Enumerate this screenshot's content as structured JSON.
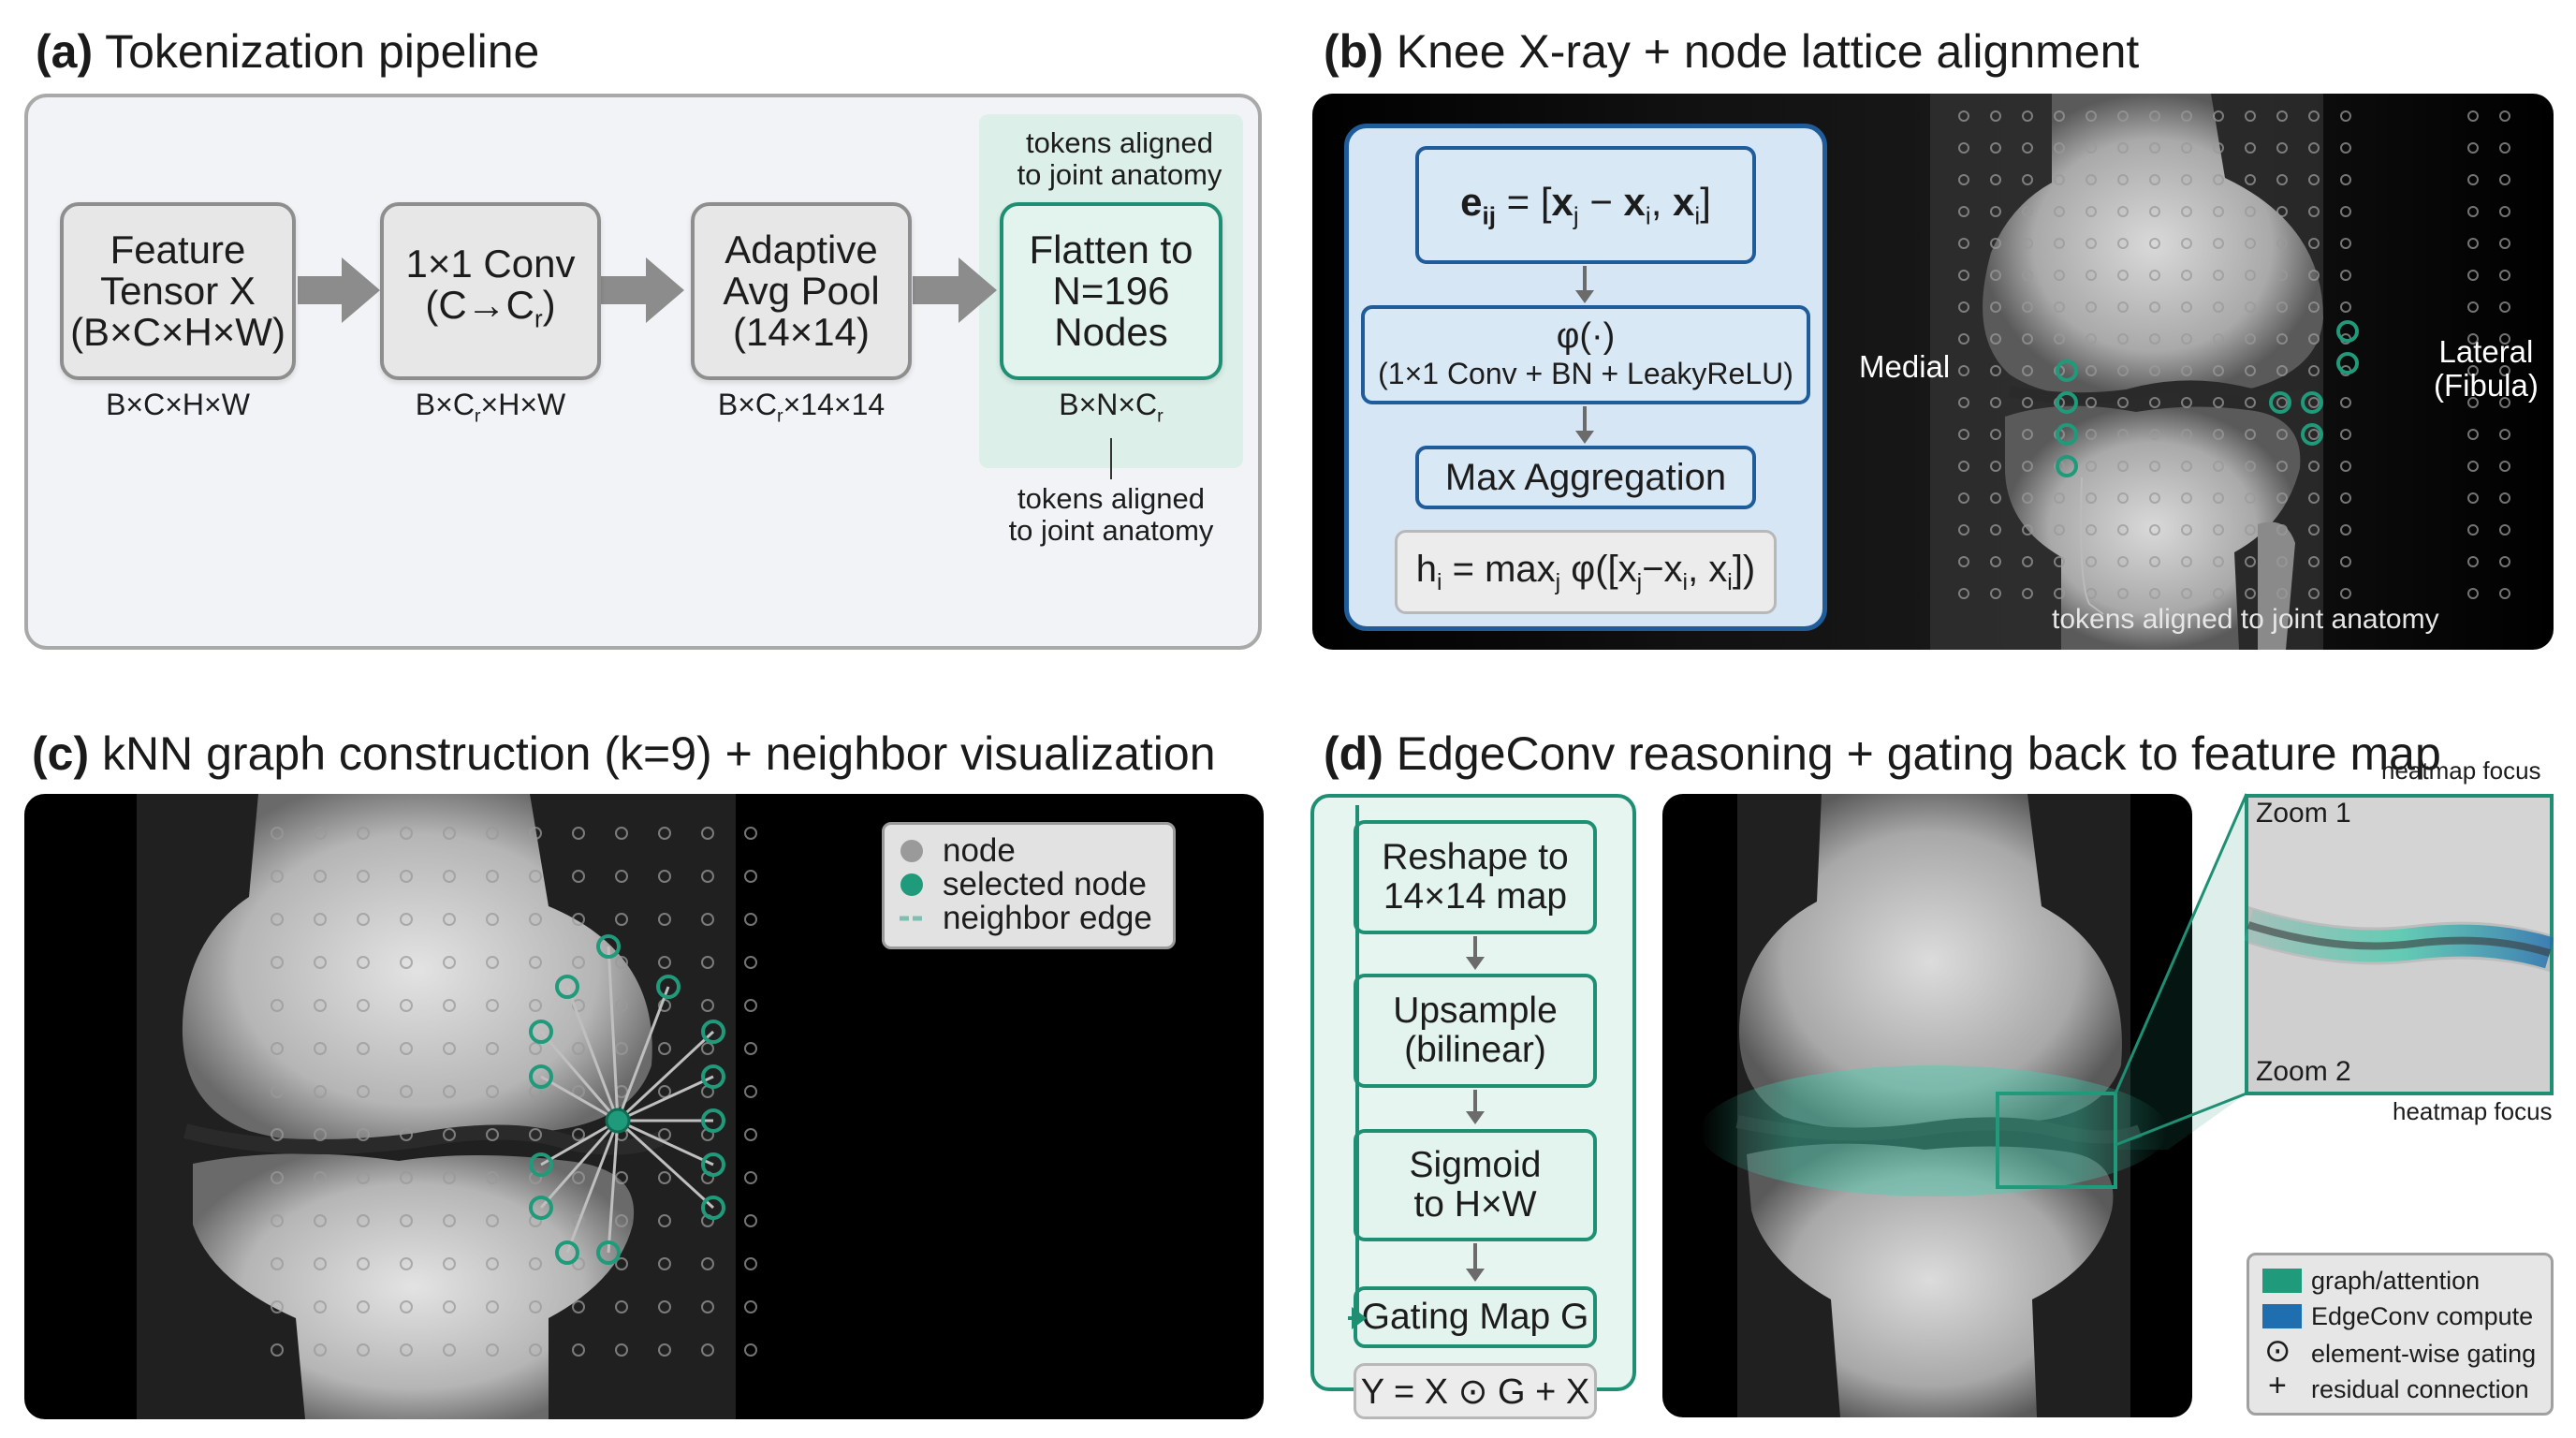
{
  "panels": {
    "a": {
      "letter": "(a)",
      "title": "Tokenization pipeline",
      "boxes": [
        {
          "label": "Feature\nTensor X\n(B×C×H×W)",
          "dim": "B×C×H×W"
        },
        {
          "label_main": "1×1 Conv",
          "label_sub_pre": "(C→C",
          "label_sub_sub": "r",
          "label_sub_post": ")",
          "dim_pre": "B×C",
          "dim_sub": "r",
          "dim_post": "×H×W"
        },
        {
          "label": "Adaptive\nAvg Pool\n(14×14)",
          "dim_pre": "B×C",
          "dim_sub": "r",
          "dim_post": "×14×14"
        },
        {
          "label": "Flatten to\nN=196\nNodes",
          "dim_pre": "B×N×C",
          "dim_sub": "r",
          "dim_post": ""
        }
      ],
      "note_top": "tokens aligned\nto joint anatomy",
      "note_bottom": "tokens aligned\nto joint anatomy"
    },
    "b": {
      "letter": "(b)",
      "title": "Knee X-ray + node lattice alignment",
      "edge_eq": {
        "e": "e",
        "ij": "ij",
        "eq": " = [",
        "xj": "x",
        "j": "j",
        "minus": " − ",
        "xi": "x",
        "i": "i",
        "comma": ", ",
        "xi2": "x",
        "i2": "i",
        "close": "]"
      },
      "phi_line1": "φ(·)",
      "phi_line2": "(1×1 Conv + BN + LeakyReLU)",
      "max_agg": "Max Aggregation",
      "h_eq": {
        "h": "h",
        "i": "i",
        "eq": " = max",
        "j": "j",
        "rest": " φ([x",
        "j2": "j",
        "minus": "−x",
        "i2": "i",
        "comma": ", x",
        "i3": "i",
        "close": "])"
      },
      "medial": "Medial",
      "lateral": "Lateral\n(Fibula)",
      "tokens_note": "tokens aligned to joint anatomy"
    },
    "c": {
      "letter": "(c)",
      "title": "kNN graph construction (k=9) + neighbor visualization",
      "legend": {
        "node": "node",
        "selected": "selected node",
        "edge": "neighbor edge"
      }
    },
    "d": {
      "letter": "(d)",
      "title": "EdgeConv reasoning + gating back to feature map",
      "steps": [
        "Reshape to\n14×14 map",
        "Upsample\n(bilinear)",
        "Sigmoid\nto H×W",
        "Gating Map G"
      ],
      "output_eq": "Y = X ⊙ G + X",
      "heatmap_focus_top": "heatmap focus",
      "heatmap_focus_bottom": "heatmap focus",
      "zoom1": "Zoom 1",
      "zoom2": "Zoom 2",
      "legend": [
        {
          "label": "graph/attention",
          "color": "#1f9a7a"
        },
        {
          "label": "EdgeConv compute",
          "color": "#1f6fb0"
        },
        {
          "symbol": "⊙",
          "label": "element-wise gating"
        },
        {
          "symbol": "+",
          "label": "residual connection"
        }
      ]
    }
  },
  "colors": {
    "teal": "#1f8f74",
    "blue": "#1f5c99",
    "grey": "#8e8e8e"
  }
}
